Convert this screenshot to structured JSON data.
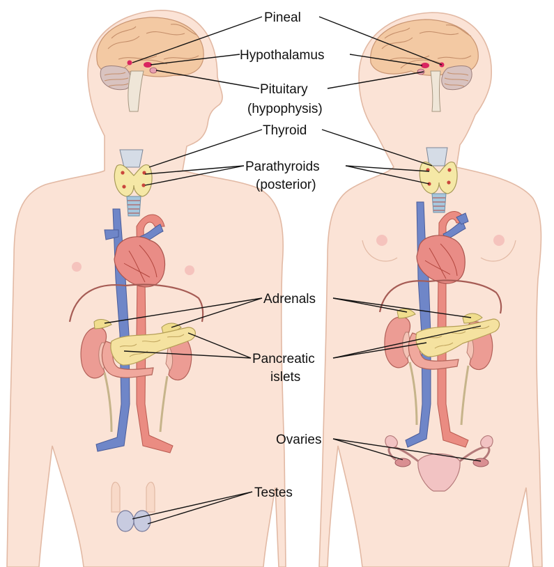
{
  "labels": {
    "pineal": "Pineal",
    "hypothalamus": "Hypothalamus",
    "pituitary": "Pituitary",
    "pituitary_alt": "(hypophysis)",
    "thyroid": "Thyroid",
    "parathyroids": "Parathyroids",
    "parathyroids_note": "(posterior)",
    "adrenals": "Adrenals",
    "pancreatic": "Pancreatic",
    "islets": "islets",
    "ovaries": "Ovaries",
    "testes": "Testes"
  },
  "colors": {
    "skin": "#fbe3d6",
    "brain": "#f3c9a3",
    "hypothalamus": "#d92560",
    "thyroid": "#f5e8a6",
    "vein": "#6f86c8",
    "artery": "#ea8c82",
    "heart": "#e98c86",
    "kidney": "#ec9c94",
    "pancreas": "#f5e2a0",
    "testes": "#c8cbe0",
    "ovaries": "#d98f92"
  }
}
